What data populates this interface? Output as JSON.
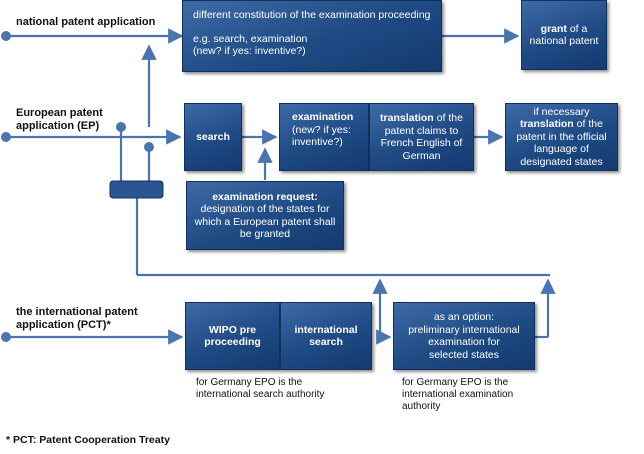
{
  "labels": {
    "national": "national patent application",
    "european": "European patent application (EP)",
    "international": "the international patent application (PCT)*"
  },
  "boxes": {
    "national_procedure": {
      "line1": "different constitution of the examination proceeding",
      "line2": "e.g. search, examination",
      "line3": "(new? if yes: inventive?)"
    },
    "grant": {
      "bold": "grant",
      "rest": " of a national patent"
    },
    "search": "search",
    "examination": {
      "bold": "examination",
      "rest": "(new? if yes: inventive?)"
    },
    "translation": {
      "bold": "translation",
      "rest": " of the patent claims to French English of German"
    },
    "if_necessary": {
      "pre": "if necessary ",
      "bold": "translation",
      "rest": " of the patent in the official language of designated states"
    },
    "exam_request": {
      "bold": "examination request:",
      "rest": "designation of the states for which a European patent shall be granted"
    },
    "wipo": "WIPO pre proceeding",
    "intl_search": "international search",
    "option": "as an option: preliminary international examination for selected states"
  },
  "notes": {
    "search_authority": "for Germany EPO is the international search authority",
    "exam_authority": "for Germany EPO is the international examination authority",
    "footnote": "* PCT: Patent Cooperation Treaty"
  },
  "colors": {
    "line": "#4a74ad",
    "box": "#1f4a84"
  }
}
